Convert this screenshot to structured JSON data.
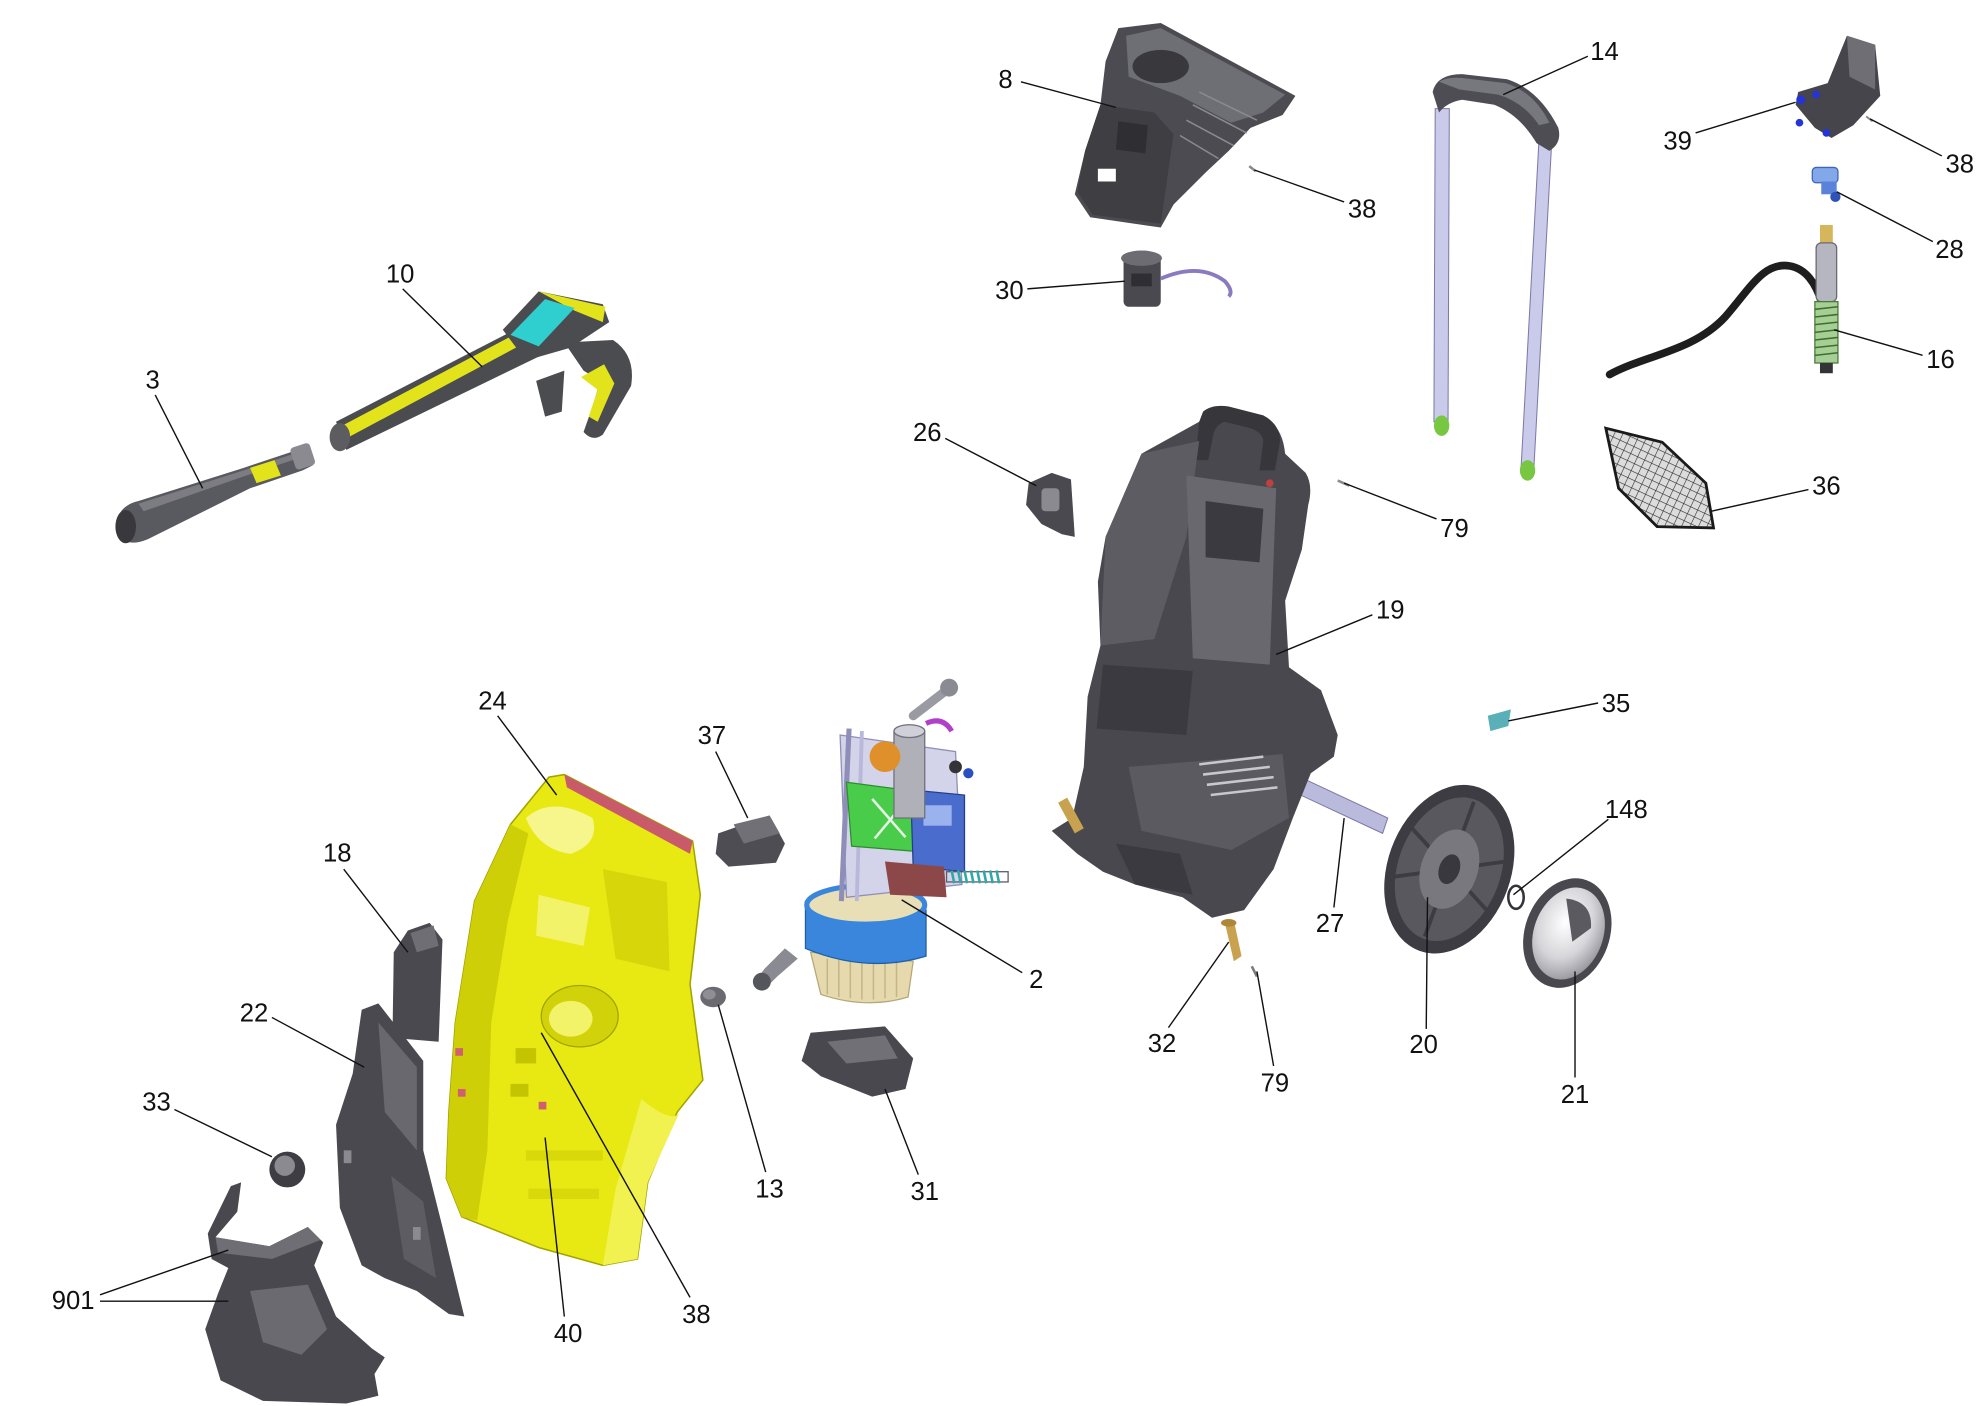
{
  "diagram": {
    "callouts": [
      {
        "label": "8"
      },
      {
        "label": "14"
      },
      {
        "label": "39"
      },
      {
        "label": "38"
      },
      {
        "label": "38"
      },
      {
        "label": "28"
      },
      {
        "label": "30"
      },
      {
        "label": "10"
      },
      {
        "label": "16"
      },
      {
        "label": "3"
      },
      {
        "label": "26"
      },
      {
        "label": "79"
      },
      {
        "label": "36"
      },
      {
        "label": "19"
      },
      {
        "label": "35"
      },
      {
        "label": "24"
      },
      {
        "label": "37"
      },
      {
        "label": "148"
      },
      {
        "label": "18"
      },
      {
        "label": "27"
      },
      {
        "label": "2"
      },
      {
        "label": "22"
      },
      {
        "label": "32"
      },
      {
        "label": "20"
      },
      {
        "label": "79"
      },
      {
        "label": "21"
      },
      {
        "label": "33"
      },
      {
        "label": "13"
      },
      {
        "label": "31"
      },
      {
        "label": "40"
      },
      {
        "label": "38"
      },
      {
        "label": "901"
      }
    ]
  }
}
